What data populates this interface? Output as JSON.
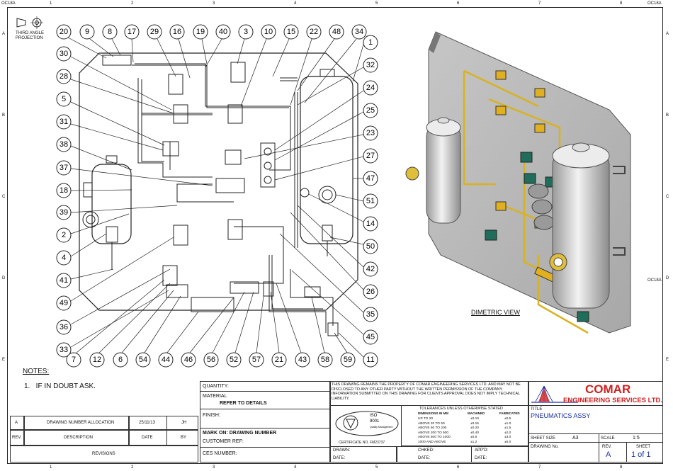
{
  "sheet": {
    "corner_code": "OC18A",
    "top_zones": [
      "1",
      "2",
      "3",
      "4",
      "5",
      "6",
      "7",
      "8"
    ],
    "side_zones": [
      "A",
      "B",
      "C",
      "D",
      "E"
    ],
    "projection_label": "THIRD ANGLE\nPROJECTION"
  },
  "front_view": {
    "balloons_top": [
      "20",
      "9",
      "8",
      "17",
      "29",
      "16",
      "19",
      "40",
      "3",
      "10",
      "15",
      "22",
      "48",
      "34"
    ],
    "balloons_left": [
      "30",
      "28",
      "5",
      "31",
      "38",
      "37",
      "18",
      "39",
      "2",
      "4",
      "41",
      "49",
      "36",
      "33"
    ],
    "balloons_right": [
      "1",
      "32",
      "24",
      "25",
      "23",
      "27",
      "47",
      "51",
      "14",
      "50",
      "42",
      "26",
      "35",
      "45",
      "11"
    ],
    "balloons_bottom": [
      "7",
      "12",
      "6",
      "54",
      "44",
      "46",
      "56",
      "52",
      "57",
      "21",
      "43",
      "58",
      "59"
    ]
  },
  "dimetric": {
    "label": "DIMETRIC VIEW"
  },
  "notes": {
    "heading": "NOTES:",
    "items": [
      "1.   IF IN DOUBT ASK."
    ]
  },
  "revisions": {
    "row1": {
      "rev": "A",
      "description": "DRAWING NUMBER ALLOCATION",
      "date": "25/11/13",
      "by": "JH"
    },
    "header": {
      "rev": "REV.",
      "description": "DESCRIPTION",
      "date": "DATE",
      "by": "BY"
    },
    "footer": "REVISIONS"
  },
  "material_block": {
    "quantity": "QUANTITY:",
    "material": "MATERIAL",
    "material_value": "REFER TO DETAILS",
    "finish": "FINISH:",
    "mark_on": "MARK ON: DRAWING NUMBER",
    "customer_ref": "CUSTOMER REF:",
    "ces_number": "CES NUMBER:"
  },
  "disclaimer": "THIS DRAWING REMAINS THE PROPERTY OF COMAR ENGINEERING SERVICES LTD. AND MAY NOT BE DISCLOSED TO ANY OTHER PARTY WITHOUT THE WRITTEN PERMISSION OF THE COMPANY. INFORMATION SUBMITTED ON THIS DRAWING FOR CLIENTS APPROVAL DOES NOT IMPLY TECHNICAL LIABILITY.",
  "certificate": {
    "badge_top": "ISO",
    "badge_num": "9001",
    "badge_sub": "Quality Management",
    "cert_label": "CERTIFICATE NO. FM23737"
  },
  "tolerances": {
    "heading": "TOLERANCES UNLESS OTHERWISE STATED",
    "columns": [
      "DIMENSIONS IN MM",
      "MACHINED",
      "FABRICATED"
    ],
    "rows": [
      [
        "UP TO 20",
        "±0.10",
        "±0.5"
      ],
      [
        "ABOVE 20 TO 50",
        "±0.15",
        "±1.0"
      ],
      [
        "ABOVE 50 TO 200",
        "±0.20",
        "±1.5"
      ],
      [
        "ABOVE 200 TO 500",
        "±0.40",
        "±2.0"
      ],
      [
        "ABOVE 500 TO 1000",
        "±0.5",
        "±3.0"
      ],
      [
        "1000 AND ABOVE",
        "±1.2",
        "±5.0"
      ]
    ]
  },
  "signoff": {
    "drawn": "DRAWN:",
    "chked": "CHKED:",
    "appd": "APP'D:",
    "date": "DATE:"
  },
  "company": {
    "line1": "COMAR",
    "line2": "ENGINEERING SERVICES LTD.",
    "accent": "#d21f1f",
    "blue": "#1b2fa8"
  },
  "title_block": {
    "title_label": "TITLE",
    "title": "PNEUMATICS ASSY",
    "sheet_size_label": "SHEET SIZE",
    "sheet_size": "A3",
    "scale_label": "SCALE",
    "scale": "1:5",
    "drawing_no_label": "DRAWING No.",
    "rev_label": "REV.",
    "rev": "A",
    "sheet_label": "SHEET",
    "sheet": "1 of 1"
  }
}
